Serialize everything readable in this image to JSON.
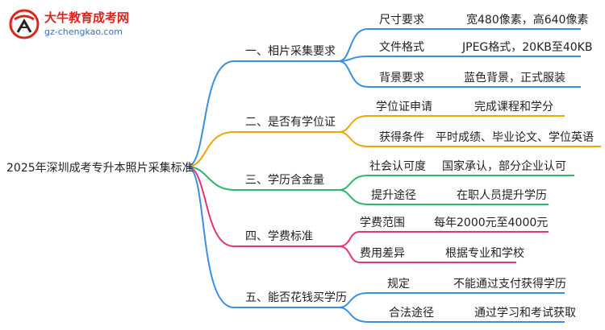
{
  "logo": {
    "title": "大牛教育成考网",
    "url": "gz-chengkao.com"
  },
  "root": "2025年深圳成考专升本照片采集标准",
  "colors": {
    "b1": "#3a8fe0",
    "b2": "#f0a500",
    "b3": "#2db56b",
    "b4": "#e8327a",
    "b5": "#3a8fe0"
  },
  "branches": [
    {
      "label": "一、相片采集要求",
      "children": [
        {
          "key": "尺寸要求",
          "value": "宽480像素，高640像素"
        },
        {
          "key": "文件格式",
          "value": "JPEG格式，20KB至40KB"
        },
        {
          "key": "背景要求",
          "value": "蓝色背景，正式服装"
        }
      ]
    },
    {
      "label": "二、是否有学位证",
      "children": [
        {
          "key": "学位证申请",
          "value": "完成课程和学分"
        },
        {
          "key": "获得条件",
          "value": "平时成绩、毕业论文、学位英语"
        }
      ]
    },
    {
      "label": "三、学历含金量",
      "children": [
        {
          "key": "社会认可度",
          "value": "国家承认，部分企业认可"
        },
        {
          "key": "提升途径",
          "value": "在职人员提升学历"
        }
      ]
    },
    {
      "label": "四、学费标准",
      "children": [
        {
          "key": "学费范围",
          "value": "每年2000元至4000元"
        },
        {
          "key": "费用差异",
          "value": "根据专业和学校"
        }
      ]
    },
    {
      "label": "五、能否花钱买学历",
      "children": [
        {
          "key": "规定",
          "value": "不能通过支付获得学历"
        },
        {
          "key": "合法途径",
          "value": "通过学习和考试获取"
        }
      ]
    }
  ]
}
